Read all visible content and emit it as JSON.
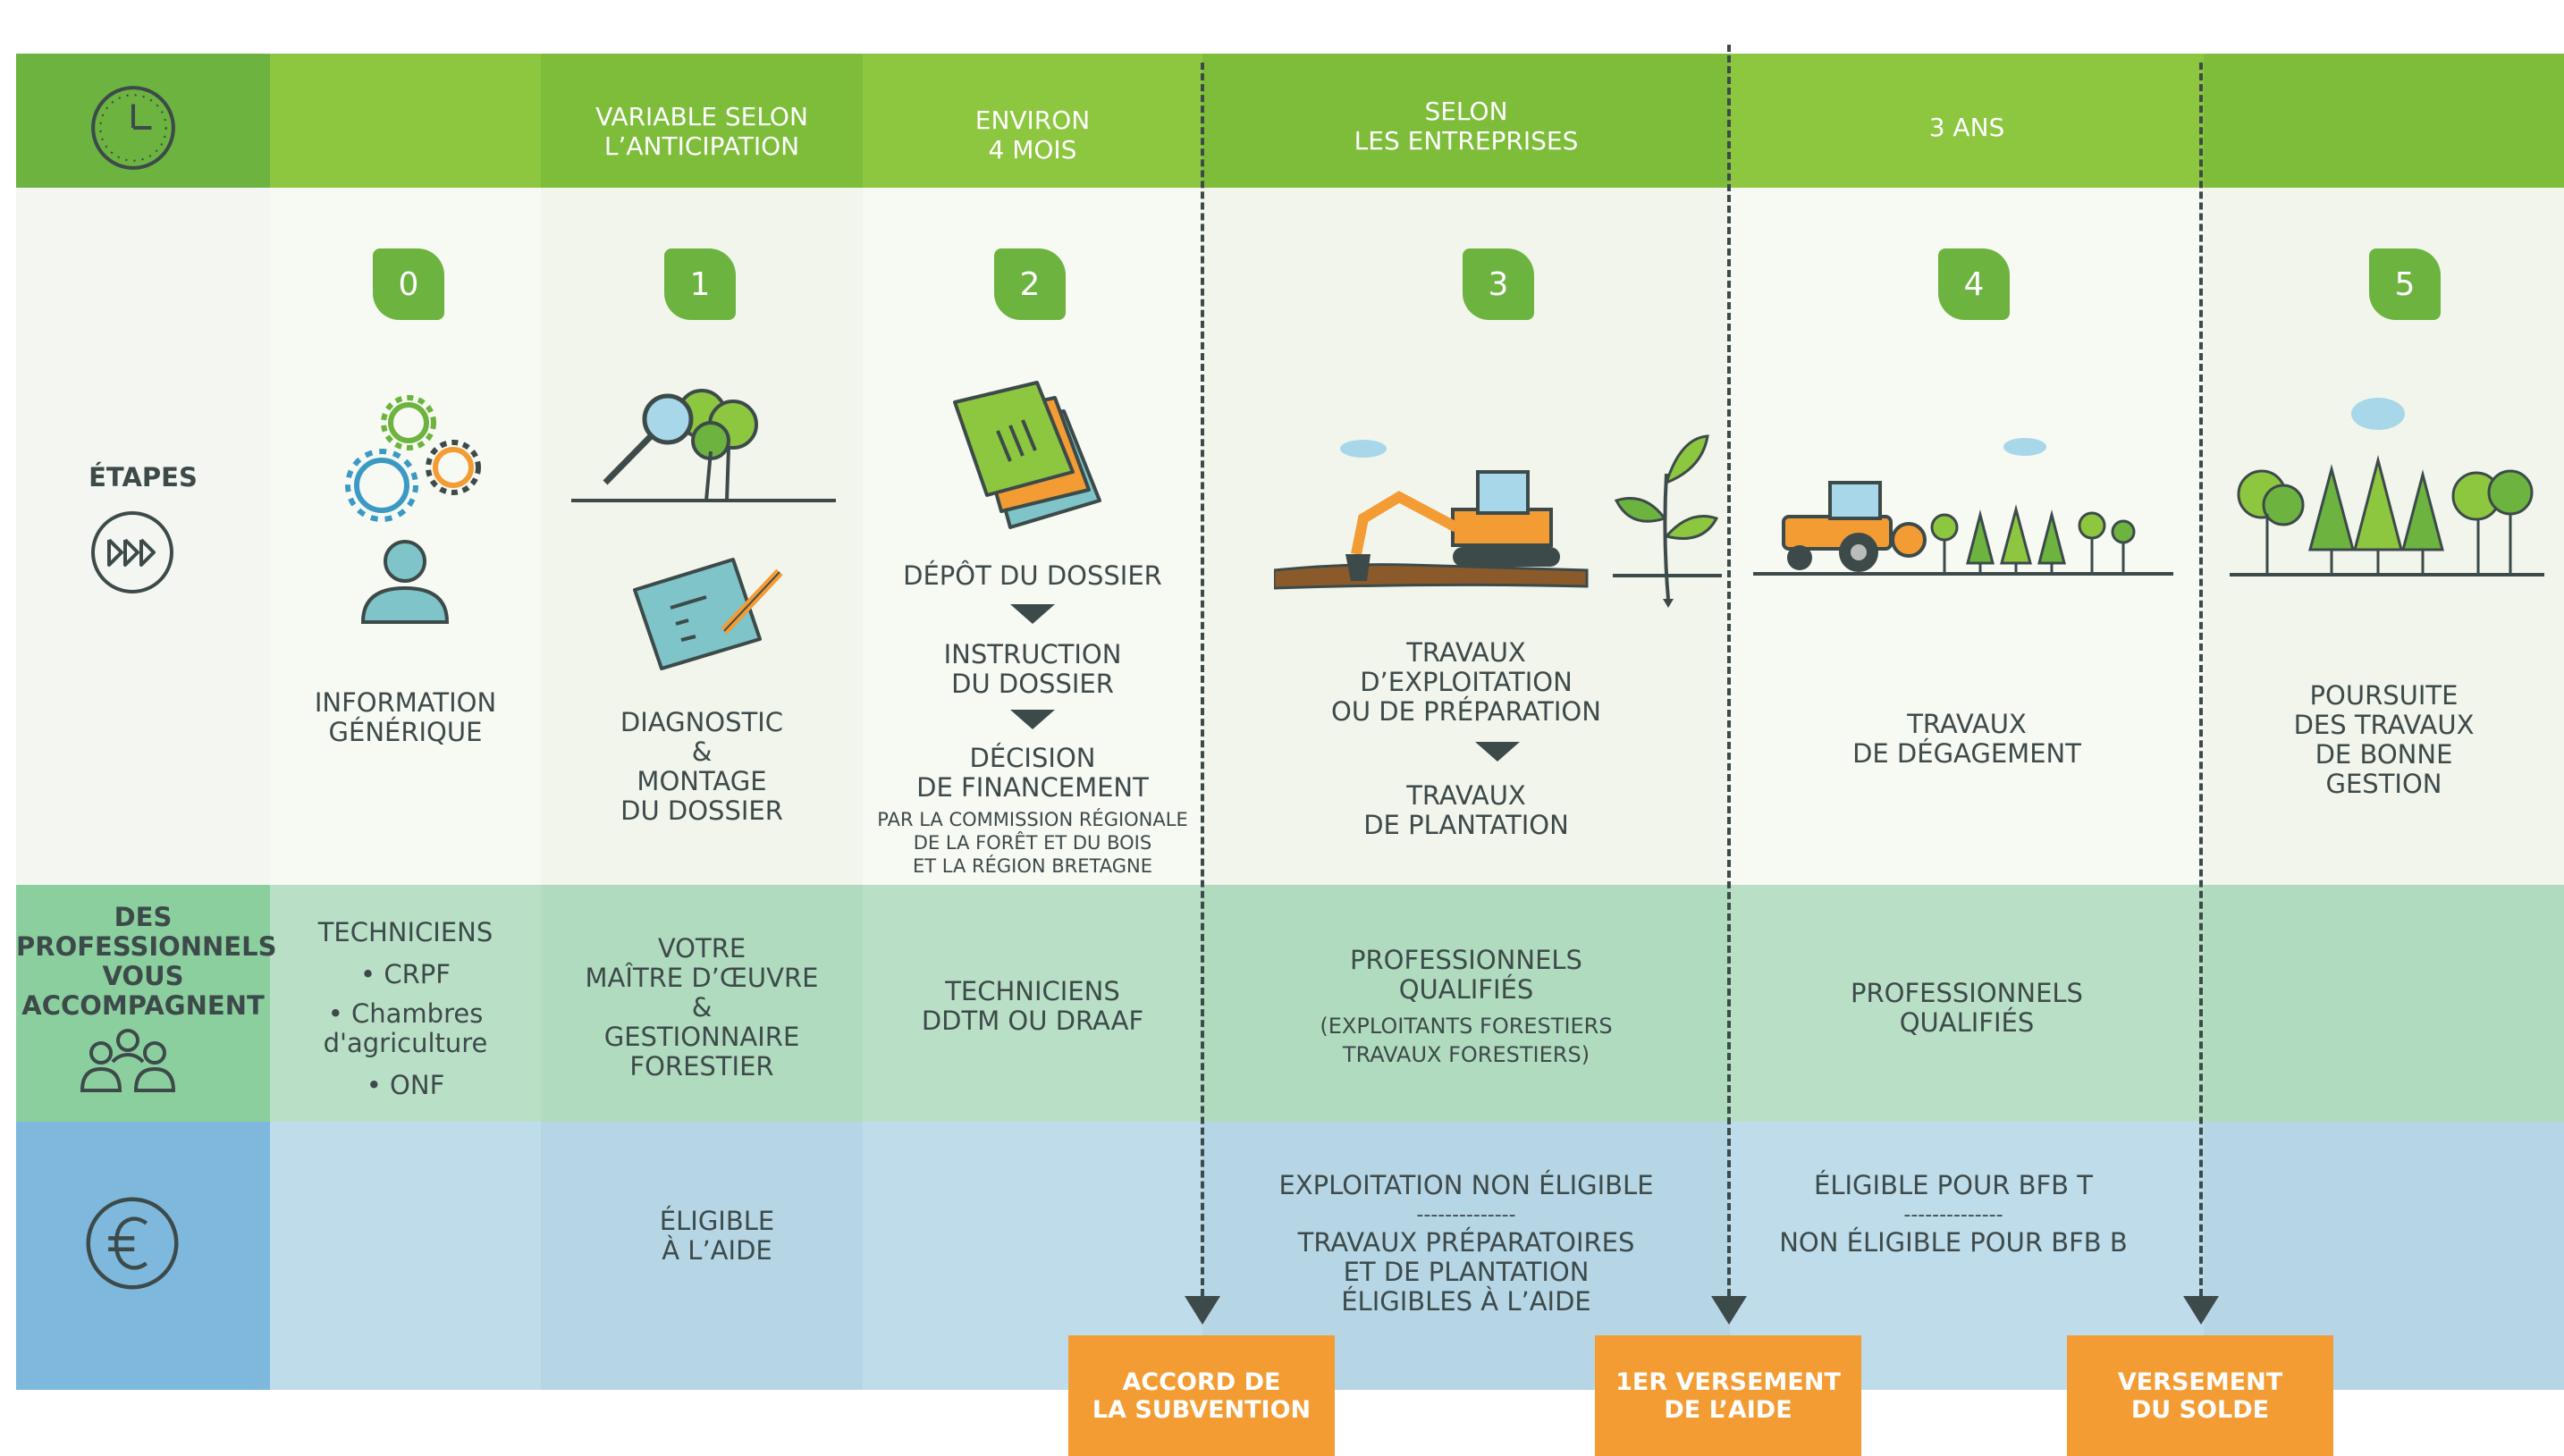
{
  "header": {
    "anticipation": "VARIABLE SELON\nL’ANTICIPATION",
    "four_months": "ENVIRON\n4 MOIS",
    "enterprises": "SELON\nLES ENTREPRISES",
    "three_years": "3 ANS"
  },
  "rows": {
    "etapes": "ÉTAPES",
    "professionnels": "DES\nPROFESSIONNELS\nVOUS\nACCOMPAGNENT"
  },
  "steps": [
    {
      "num": "0",
      "title": "INFORMATION\nGÉNÉRIQUE"
    },
    {
      "num": "1",
      "title": "DIAGNOSTIC\n&\nMONTAGE\nDU DOSSIER"
    },
    {
      "num": "2",
      "title_a": "DÉPÔT DU DOSSIER",
      "title_b": "INSTRUCTION\nDU DOSSIER",
      "title_c": "DÉCISION\nDE FINANCEMENT",
      "note": "PAR LA COMMISSION RÉGIONALE\nDE LA FORÊT ET DU BOIS\nET LA RÉGION BRETAGNE"
    },
    {
      "num": "3",
      "title_a": "TRAVAUX\nD’EXPLOITATION\nOU DE PRÉPARATION",
      "title_b": "TRAVAUX\nDE PLANTATION"
    },
    {
      "num": "4",
      "title": "TRAVAUX\nDE DÉGAGEMENT"
    },
    {
      "num": "5",
      "title": "POURSUITE\nDES TRAVAUX\nDE BONNE\nGESTION"
    }
  ],
  "pros": {
    "col0_title": "TECHNICIENS",
    "col0_items": [
      "• CRPF",
      "• Chambres\nd'agriculture",
      "• ONF"
    ],
    "col1": "VOTRE\nMAÎTRE D’ŒUVRE\n&\nGESTIONNAIRE\nFORESTIER",
    "col2": "TECHNICIENS\nDDTM OU DRAAF",
    "col3": "PROFESSIONNELS\nQUALIFIÉS",
    "col3_note": "(EXPLOITANTS FORESTIERS\nTRAVAUX FORESTIERS)",
    "col4": "PROFESSIONNELS\nQUALIFIÉS"
  },
  "funding": {
    "col1": "ÉLIGIBLE\nÀ L’AIDE",
    "col3_a": "EXPLOITATION NON ÉLIGIBLE",
    "col3_sep": "--------------",
    "col3_b": "TRAVAUX PRÉPARATOIRES\nET DE PLANTATION\nÉLIGIBLES À L’AIDE",
    "col4_a": "ÉLIGIBLE POUR BFB T",
    "col4_sep": "--------------",
    "col4_b": "NON ÉLIGIBLE POUR BFB B"
  },
  "milestones": [
    "ACCORD DE\nLA SUBVENTION",
    "1er VERSEMENT\nDE L’AIDE",
    "VERSEMENT\nDU SOLDE"
  ],
  "icons": [
    "clock-icon",
    "fast-forward-icon",
    "people-icon",
    "euro-icon",
    "gears-icon",
    "person-icon",
    "magnifier-tree-icon",
    "signed-document-icon",
    "papers-icon",
    "excavator-icon",
    "seedling-icon",
    "tractor-icon",
    "forest-icon"
  ],
  "colors": {
    "green_dark": "#6cb33f",
    "green_light": "#8dc63f",
    "teal_band": "#b6dec5",
    "blue_band": "#bcdbea",
    "orange": "#f39c34",
    "text": "#3d4a4a"
  }
}
